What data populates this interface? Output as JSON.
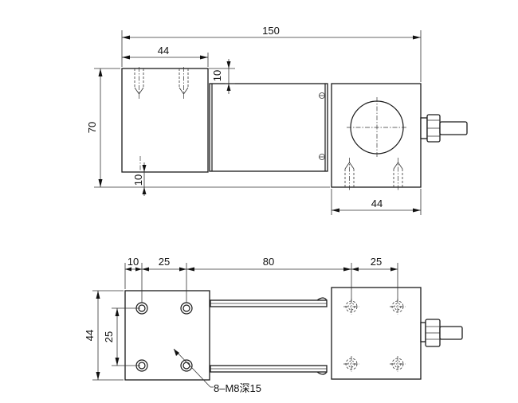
{
  "front_view": {
    "dims": {
      "total_length": "150",
      "fixed_block_length": "44",
      "top_offset": "10",
      "height": "70",
      "bottom_offset": "10",
      "right_block_length": "44"
    }
  },
  "plan_view": {
    "dims": {
      "edge_offset": "10",
      "hole_pitch_x": "25",
      "center_span": "80",
      "right_hole_pitch_x": "25",
      "width": "44",
      "hole_pitch_y": "25"
    },
    "callout": "8–M8深15"
  }
}
